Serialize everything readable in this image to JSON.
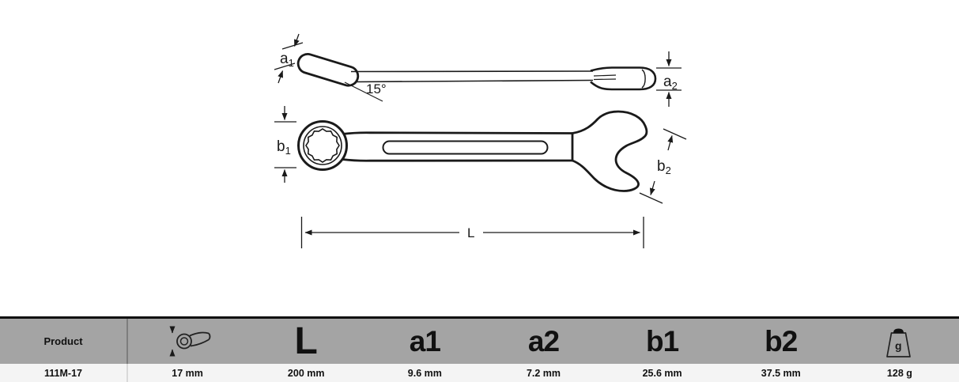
{
  "diagram": {
    "angle_label": "15°",
    "length_label": "L",
    "dims": {
      "a1": {
        "base": "a",
        "sub": "1"
      },
      "a2": {
        "base": "a",
        "sub": "2"
      },
      "b1": {
        "base": "b",
        "sub": "1"
      },
      "b2": {
        "base": "b",
        "sub": "2"
      }
    }
  },
  "table": {
    "columns": {
      "product": "Product",
      "size_icon": "wrench-size-icon",
      "length": "L",
      "a1": "a1",
      "a2": "a2",
      "b1": "b1",
      "b2": "b2",
      "weight_unit": "g"
    },
    "rows": [
      {
        "product": "111M-17",
        "size": "17 mm",
        "length": "200 mm",
        "a1": "9.6 mm",
        "a2": "7.2 mm",
        "b1": "25.6 mm",
        "b2": "37.5 mm",
        "weight": "128 g"
      }
    ]
  },
  "colors": {
    "header_bg": "#a4a4a4",
    "row_bg": "#f4f4f4",
    "ink": "#1a1a1a",
    "top_border": "#111111"
  }
}
